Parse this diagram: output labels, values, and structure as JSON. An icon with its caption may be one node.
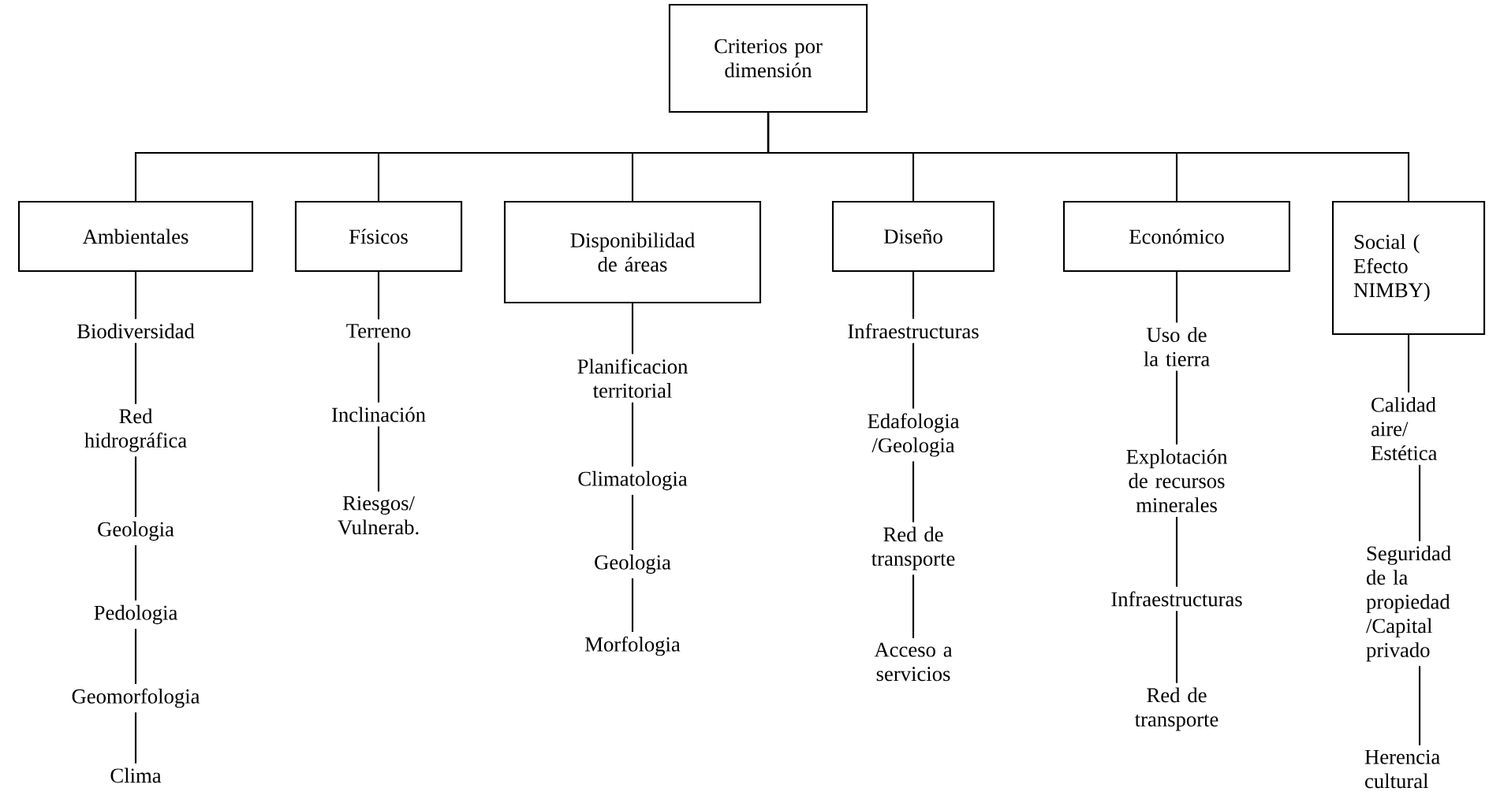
{
  "diagram": {
    "nodes": [
      {
        "text": [
          "Criterios por dimensión"
        ]
      },
      {
        "text": [
          "Ambientales"
        ]
      },
      {
        "text": [
          "Físicos"
        ]
      },
      {
        "text": [
          "Disponibilidad de áreas"
        ]
      },
      {
        "text": [
          "Diseño"
        ]
      },
      {
        "text": [
          "Económico"
        ]
      },
      {
        "text": [
          "Social ( Efecto NIMBY)"
        ]
      },
      {
        "text": [
          "Biodiversidad"
        ]
      },
      {
        "text": [
          "Red hidrográfica"
        ]
      },
      {
        "text": [
          "Geologia"
        ]
      },
      {
        "text": [
          "Pedologia"
        ]
      },
      {
        "text": [
          "Geomorfologia"
        ]
      },
      {
        "text": [
          "Clima"
        ]
      },
      {
        "text": [
          "Terreno"
        ]
      },
      {
        "text": [
          "Inclinación"
        ]
      },
      {
        "text": [
          "Riesgos/ Vulnerab."
        ]
      },
      {
        "text": [
          "Planificacion territorial"
        ]
      },
      {
        "text": [
          "Climatologia"
        ]
      },
      {
        "text": [
          "Geologia"
        ]
      },
      {
        "text": [
          "Morfologia"
        ]
      },
      {
        "text": [
          "Infraestructuras"
        ]
      },
      {
        "text": [
          "Edafologia /Geologia"
        ]
      },
      {
        "text": [
          "Red de transporte"
        ]
      },
      {
        "text": [
          "Acceso a servicios"
        ]
      },
      {
        "text": [
          "Uso de la tierra"
        ]
      },
      {
        "text": [
          "Explotación de recursos minerales"
        ]
      },
      {
        "text": [
          "Infraestructuras"
        ]
      },
      {
        "text": [
          "Red de transporte"
        ]
      },
      {
        "text": [
          "Calidad aire/ Estética"
        ]
      },
      {
        "text": [
          "Seguridad de la propiedad /Capital privado"
        ]
      },
      {
        "text": [
          "Herencia cultural"
        ]
      }
    ],
    "edges": [
      {
        "from": 0,
        "to": 1,
        "arrow": "none"
      },
      {
        "from": 0,
        "to": 2,
        "arrow": "none"
      },
      {
        "from": 0,
        "to": 3,
        "arrow": "none"
      },
      {
        "from": 0,
        "to": 4,
        "arrow": "none"
      },
      {
        "from": 0,
        "to": 5,
        "arrow": "none"
      },
      {
        "from": 0,
        "to": 6,
        "arrow": "none"
      },
      {
        "from": 1,
        "to": 7,
        "arrow": "none"
      },
      {
        "from": 7,
        "to": 8,
        "arrow": "none"
      },
      {
        "from": 8,
        "to": 9,
        "arrow": "none"
      },
      {
        "from": 9,
        "to": 10,
        "arrow": "none"
      },
      {
        "from": 10,
        "to": 11,
        "arrow": "none"
      },
      {
        "from": 11,
        "to": 12,
        "arrow": "none"
      },
      {
        "from": 2,
        "to": 13,
        "arrow": "none"
      },
      {
        "from": 13,
        "to": 14,
        "arrow": "none"
      },
      {
        "from": 14,
        "to": 15,
        "arrow": "none"
      },
      {
        "from": 3,
        "to": 16,
        "arrow": "none"
      },
      {
        "from": 16,
        "to": 17,
        "arrow": "none"
      },
      {
        "from": 17,
        "to": 18,
        "arrow": "none"
      },
      {
        "from": 18,
        "to": 19,
        "arrow": "none"
      },
      {
        "from": 4,
        "to": 20,
        "arrow": "none"
      },
      {
        "from": 20,
        "to": 21,
        "arrow": "none"
      },
      {
        "from": 21,
        "to": 22,
        "arrow": "none"
      },
      {
        "from": 22,
        "to": 23,
        "arrow": "none"
      },
      {
        "from": 5,
        "to": 24,
        "arrow": "none"
      },
      {
        "from": 24,
        "to": 25,
        "arrow": "none"
      },
      {
        "from": 25,
        "to": 26,
        "arrow": "none"
      },
      {
        "from": 26,
        "to": 27,
        "arrow": "none"
      },
      {
        "from": 6,
        "to": 28,
        "arrow": "none"
      },
      {
        "from": 28,
        "to": 29,
        "arrow": "none"
      },
      {
        "from": 29,
        "to": 30,
        "arrow": "none"
      }
    ]
  }
}
